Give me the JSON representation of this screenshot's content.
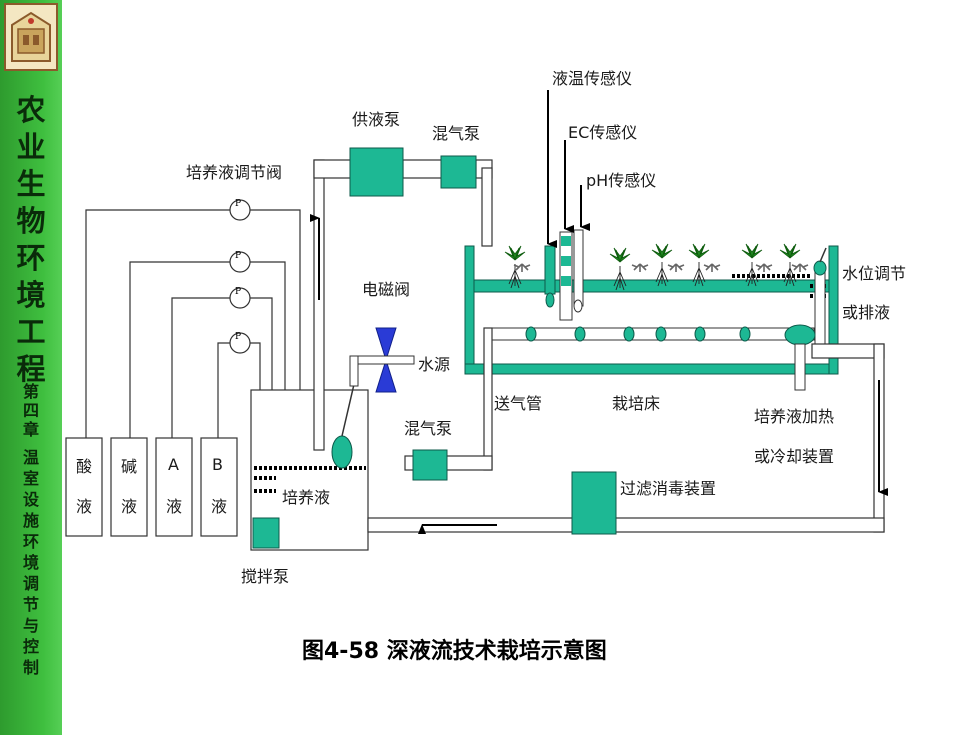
{
  "sidebar": {
    "course_title": [
      "农",
      "业",
      "生",
      "物",
      "环",
      "境",
      "工",
      "程"
    ],
    "chapter_label": [
      "第",
      "四",
      "章"
    ],
    "chapter_title": [
      "温",
      "室",
      "设",
      "施",
      "环",
      "境",
      "调",
      "节",
      "与",
      "控",
      "制"
    ]
  },
  "labels": {
    "liquid_temp_sensor": "液温传感仪",
    "supply_pump": "供液泵",
    "mixing_pump_top": "混气泵",
    "ec_sensor": "EC传感仪",
    "regulating_valve": "培养液调节阀",
    "ph_sensor": "pH传感仪",
    "water_level": "水位调节",
    "drain": "或排液",
    "solenoid_valve": "电磁阀",
    "water_source": "水源",
    "air_pipe": "送气管",
    "cultivation_bed": "栽培床",
    "heating": "培养液加热",
    "cooling": "或冷却装置",
    "mixing_pump_bottom": "混气泵",
    "filter": "过滤消毒装置",
    "nutrient_solution": "培养液",
    "stirring_pump": "搅拌泵",
    "pump_symbol": "P"
  },
  "tanks": [
    {
      "top": "酸",
      "bottom": "液"
    },
    {
      "top": "碱",
      "bottom": "液"
    },
    {
      "top": "A",
      "bottom": "液"
    },
    {
      "top": "B",
      "bottom": "液"
    }
  ],
  "caption": "图4-58  深液流技术栽培示意图",
  "colors": {
    "equipment": "#1db894",
    "sidebar": "#3fbf3f",
    "valve": "#2a3bd6"
  }
}
